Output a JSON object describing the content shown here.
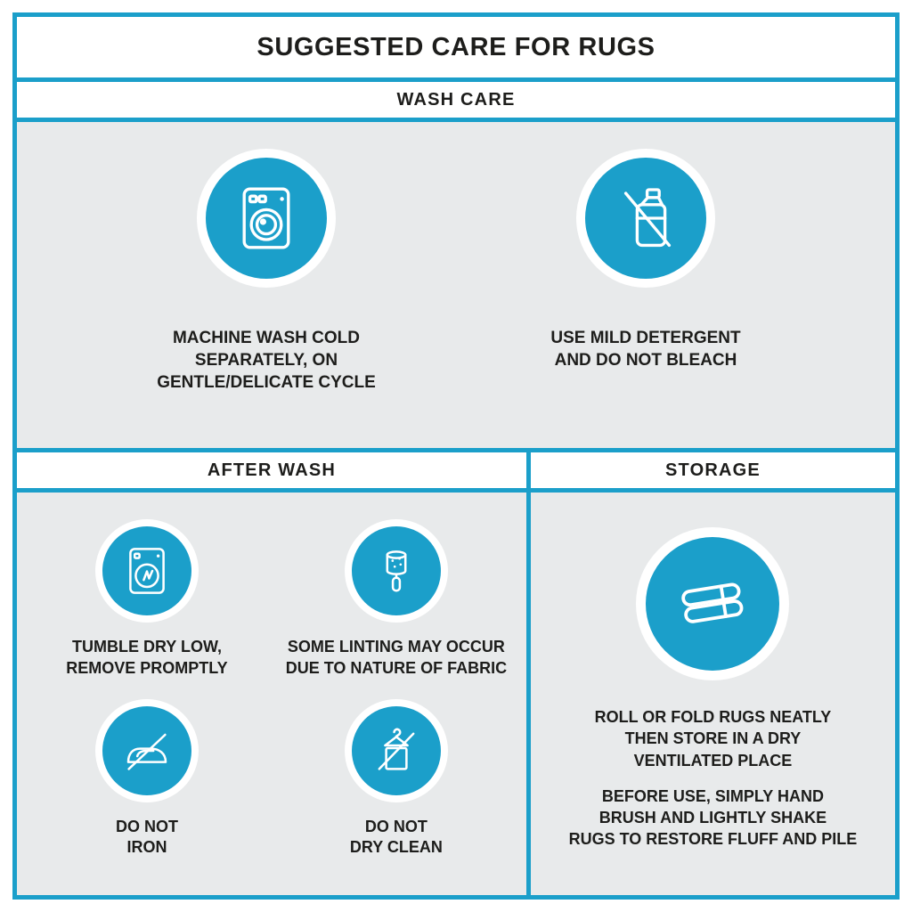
{
  "title": "SUGGESTED CARE FOR RUGS",
  "colors": {
    "accent": "#1b9fca",
    "panel": "#e8eaeb",
    "text": "#1d1d1b",
    "ring": "#ffffff"
  },
  "sections": {
    "wash_care": {
      "header": "WASH CARE",
      "items": [
        {
          "icon": "washing-machine-icon",
          "caption": "MACHINE WASH COLD\nSEPARATELY, ON\nGENTLE/DELICATE CYCLE"
        },
        {
          "icon": "no-bleach-detergent-icon",
          "caption": "USE MILD DETERGENT\nAND DO NOT BLEACH"
        }
      ]
    },
    "after_wash": {
      "header": "AFTER WASH",
      "items": [
        {
          "icon": "tumble-dryer-icon",
          "caption": "TUMBLE DRY LOW,\nREMOVE PROMPTLY"
        },
        {
          "icon": "lint-roller-icon",
          "caption": "SOME LINTING MAY OCCUR\nDUE TO NATURE OF FABRIC"
        },
        {
          "icon": "no-iron-icon",
          "caption": "DO NOT\nIRON"
        },
        {
          "icon": "no-dry-clean-icon",
          "caption": "DO NOT\nDRY CLEAN"
        }
      ]
    },
    "storage": {
      "header": "STORAGE",
      "icon": "folded-rugs-icon",
      "paragraphs": {
        "p1": "ROLL OR FOLD RUGS NEATLY\nTHEN STORE IN A DRY\nVENTILATED PLACE",
        "p2": "BEFORE USE, SIMPLY HAND\nBRUSH AND LIGHTLY SHAKE\nRUGS TO RESTORE FLUFF AND PILE"
      }
    }
  }
}
